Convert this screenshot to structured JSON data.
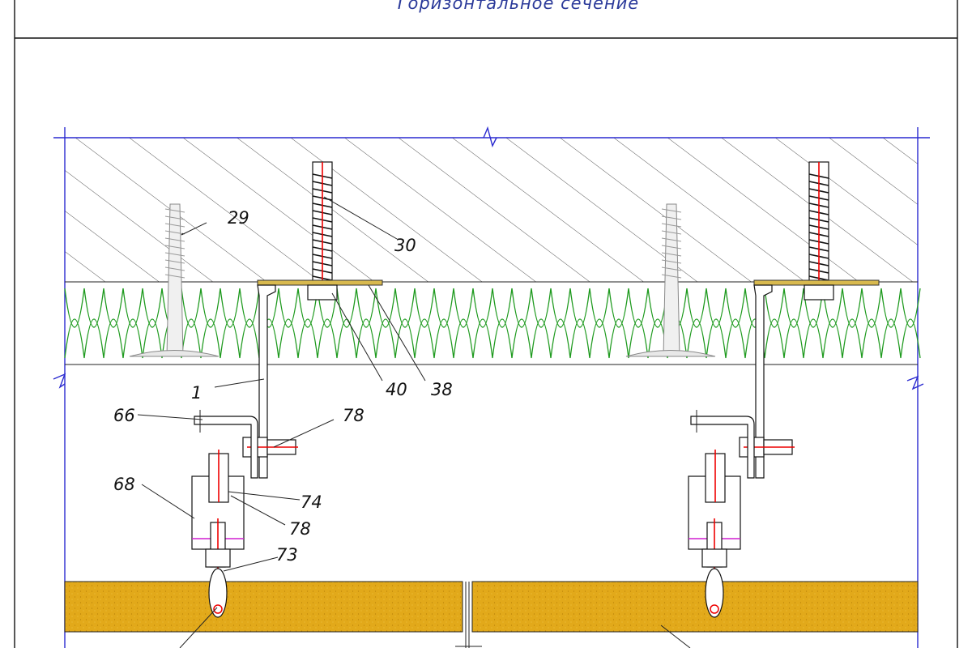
{
  "drawing": {
    "title": "Горизонтальное сечение",
    "callouts": {
      "c1": "1",
      "c29": "29",
      "c30": "30",
      "c38": "38",
      "c40": "40",
      "c66": "66",
      "c68": "68",
      "c73": "73",
      "c74": "74",
      "c78a": "78",
      "c78b": "78"
    },
    "colors": {
      "wall_outline": "#2a2ad0",
      "insulation": "#1e9a1e",
      "panel_fill": "#e2a91a",
      "bracket_plate": "#d8b94e",
      "title": "#2b3a9a",
      "axis_marks": "#e00000",
      "accent_marks": "#d11fd1"
    }
  }
}
